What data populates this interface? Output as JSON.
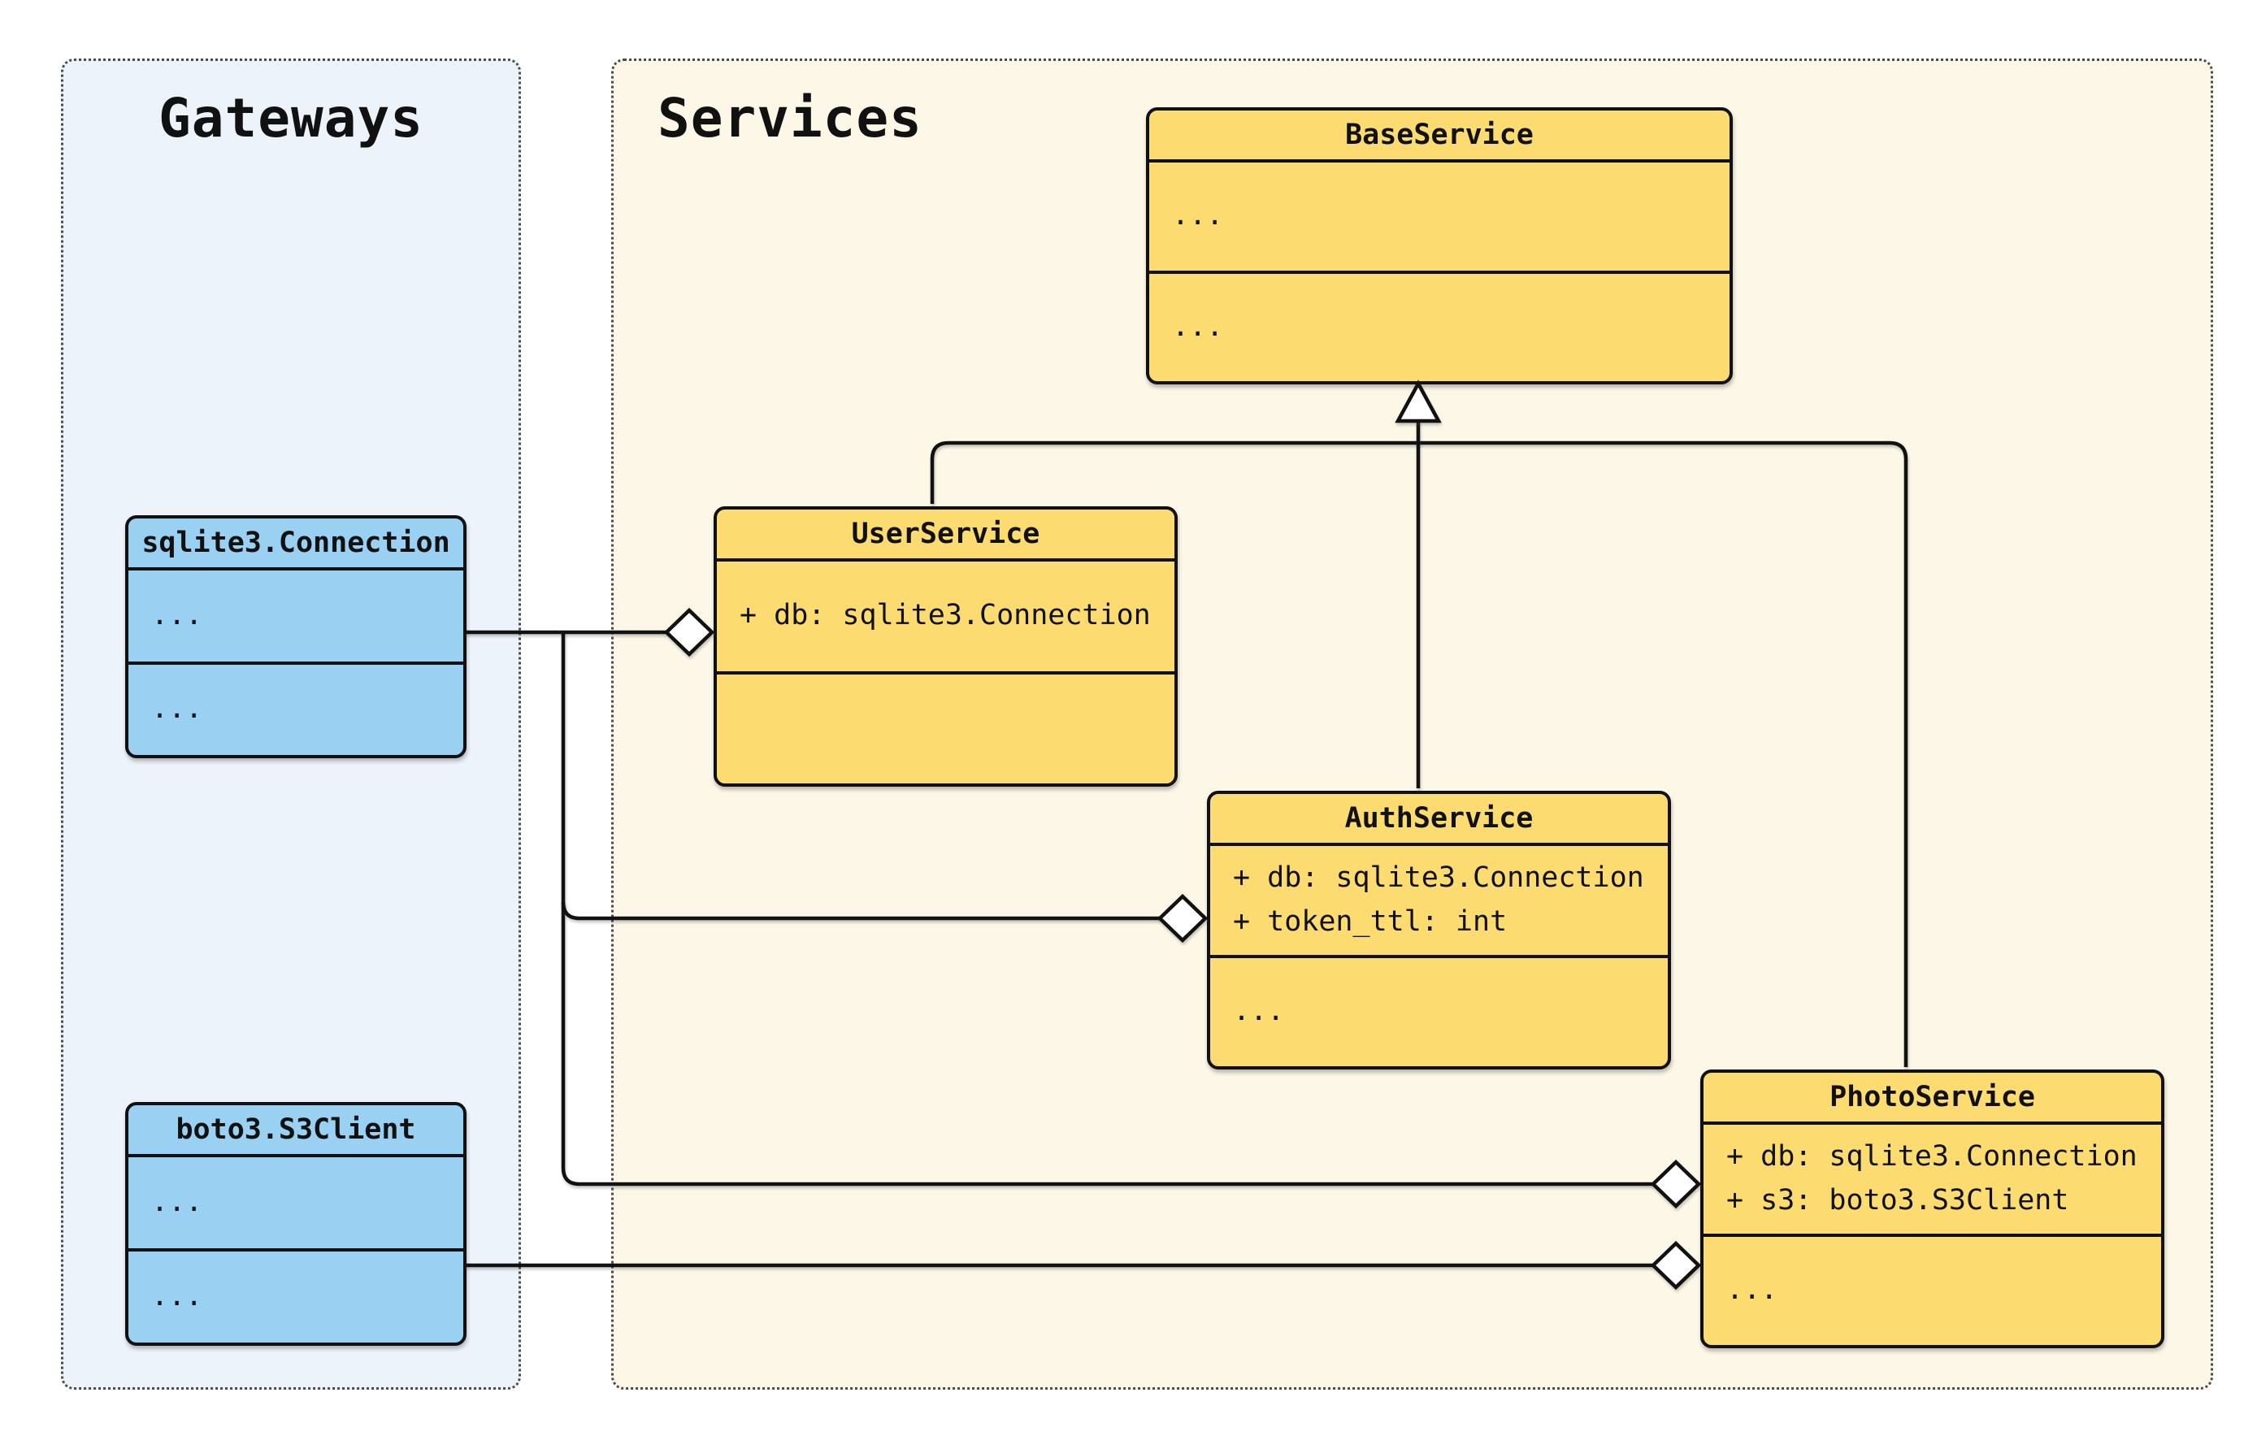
{
  "groups": {
    "gateways": {
      "title": "Gateways"
    },
    "services": {
      "title": "Services"
    }
  },
  "classes": {
    "base_service": {
      "name": "BaseService",
      "attributes": [
        "..."
      ],
      "methods": [
        "..."
      ]
    },
    "user_service": {
      "name": "UserService",
      "attributes": [
        "+ db: sqlite3.Connection"
      ],
      "methods": []
    },
    "auth_service": {
      "name": "AuthService",
      "attributes": [
        "+ db: sqlite3.Connection",
        "+ token_ttl: int"
      ],
      "methods": [
        "..."
      ]
    },
    "photo_service": {
      "name": "PhotoService",
      "attributes": [
        "+ db: sqlite3.Connection",
        "+ s3: boto3.S3Client"
      ],
      "methods": [
        "..."
      ]
    },
    "sqlite_connection": {
      "name": "sqlite3.Connection",
      "attributes": [
        "..."
      ],
      "methods": [
        "..."
      ]
    },
    "boto3_s3client": {
      "name": "boto3.S3Client",
      "attributes": [
        "..."
      ],
      "methods": [
        "..."
      ]
    }
  },
  "relationships": [
    {
      "type": "inheritance",
      "from": "UserService",
      "to": "BaseService"
    },
    {
      "type": "inheritance",
      "from": "AuthService",
      "to": "BaseService"
    },
    {
      "type": "inheritance",
      "from": "PhotoService",
      "to": "BaseService"
    },
    {
      "type": "aggregation",
      "from": "sqlite3.Connection",
      "to": "UserService"
    },
    {
      "type": "aggregation",
      "from": "sqlite3.Connection",
      "to": "AuthService"
    },
    {
      "type": "aggregation",
      "from": "sqlite3.Connection",
      "to": "PhotoService"
    },
    {
      "type": "aggregation",
      "from": "boto3.S3Client",
      "to": "PhotoService"
    }
  ],
  "colors": {
    "service_node_fill": "#FCDC71",
    "gateway_node_fill": "#9AD1F2",
    "services_panel_bg": "#FDF7E7",
    "gateways_panel_bg": "#EDF3FB",
    "node_stroke": "#111111",
    "panel_border": "#4B4B4B"
  }
}
